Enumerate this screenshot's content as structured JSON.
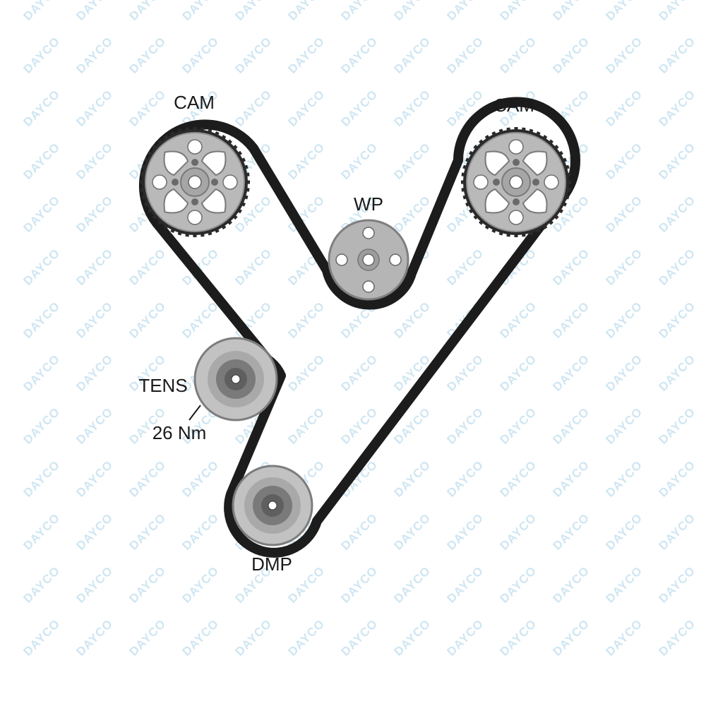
{
  "watermark": {
    "text": "DAYCO",
    "color": "#cfe6f2"
  },
  "colors": {
    "belt": "#1c1c1c",
    "pulley_metal": "#b9b9b9",
    "pulley_metal_dark": "#8f8f8f",
    "idler_outer": "#bdbdbd",
    "idler_inner": "#6e6e6e"
  },
  "components": {
    "cam_left": {
      "label": "CAM"
    },
    "cam_right": {
      "label": "CAM"
    },
    "water_pump": {
      "label": "WP"
    },
    "tensioner": {
      "label": "TENS",
      "torque": "26 Nm"
    },
    "damper": {
      "label": "DMP"
    }
  }
}
